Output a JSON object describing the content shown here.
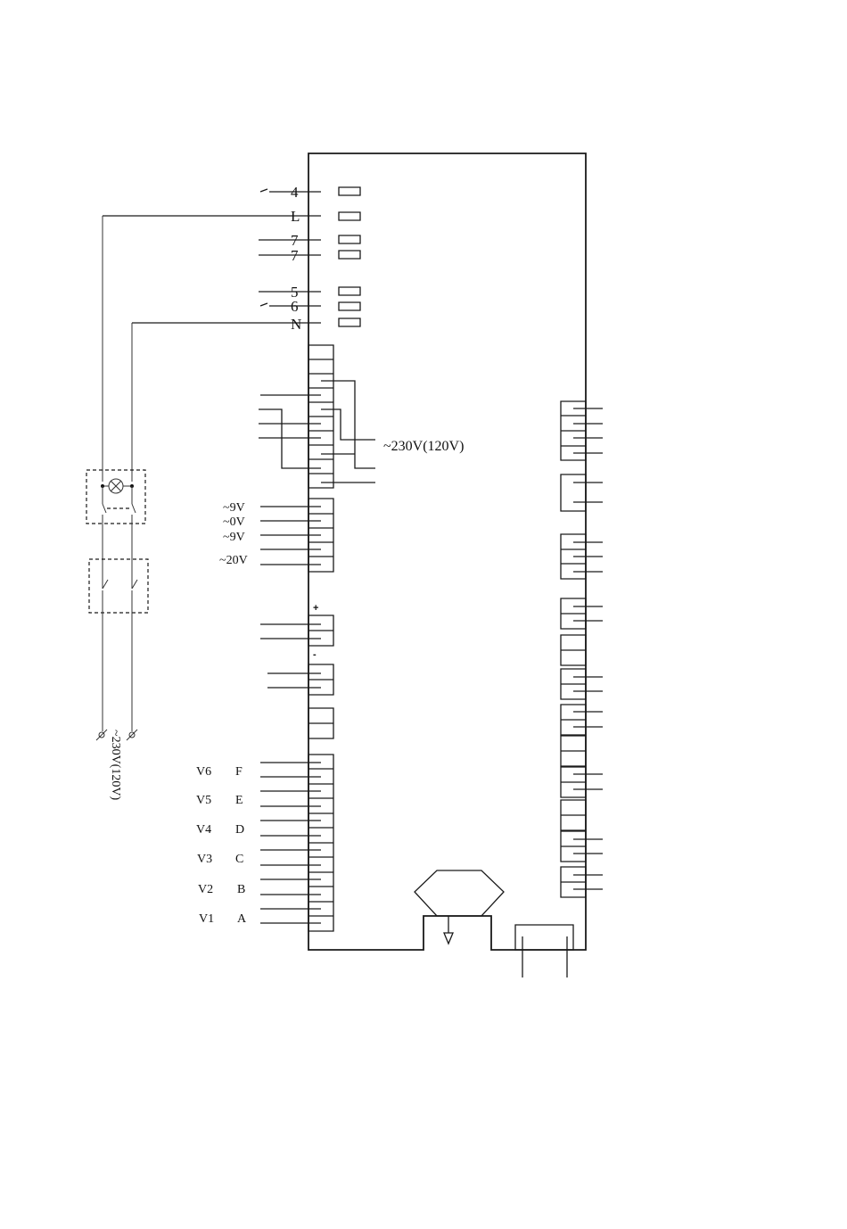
{
  "terminals": {
    "t4": "4",
    "tL": "L",
    "t7a": "7",
    "t7b": "7",
    "t5": "5",
    "t6": "6",
    "tN": "N"
  },
  "labels": {
    "ac230": "~230V(120V)",
    "ac230_supply": "~230V(120V)",
    "ac9a": "~9V",
    "ac0": "~0V",
    "ac9b": "~9V",
    "ac20": "~20V",
    "plus": "+",
    "minus": "-"
  },
  "channels": [
    {
      "v": "V6",
      "l": "F"
    },
    {
      "v": "V5",
      "l": "E"
    },
    {
      "v": "V4",
      "l": "D"
    },
    {
      "v": "V3",
      "l": "C"
    },
    {
      "v": "V2",
      "l": "B"
    },
    {
      "v": "V1",
      "l": "A"
    }
  ]
}
